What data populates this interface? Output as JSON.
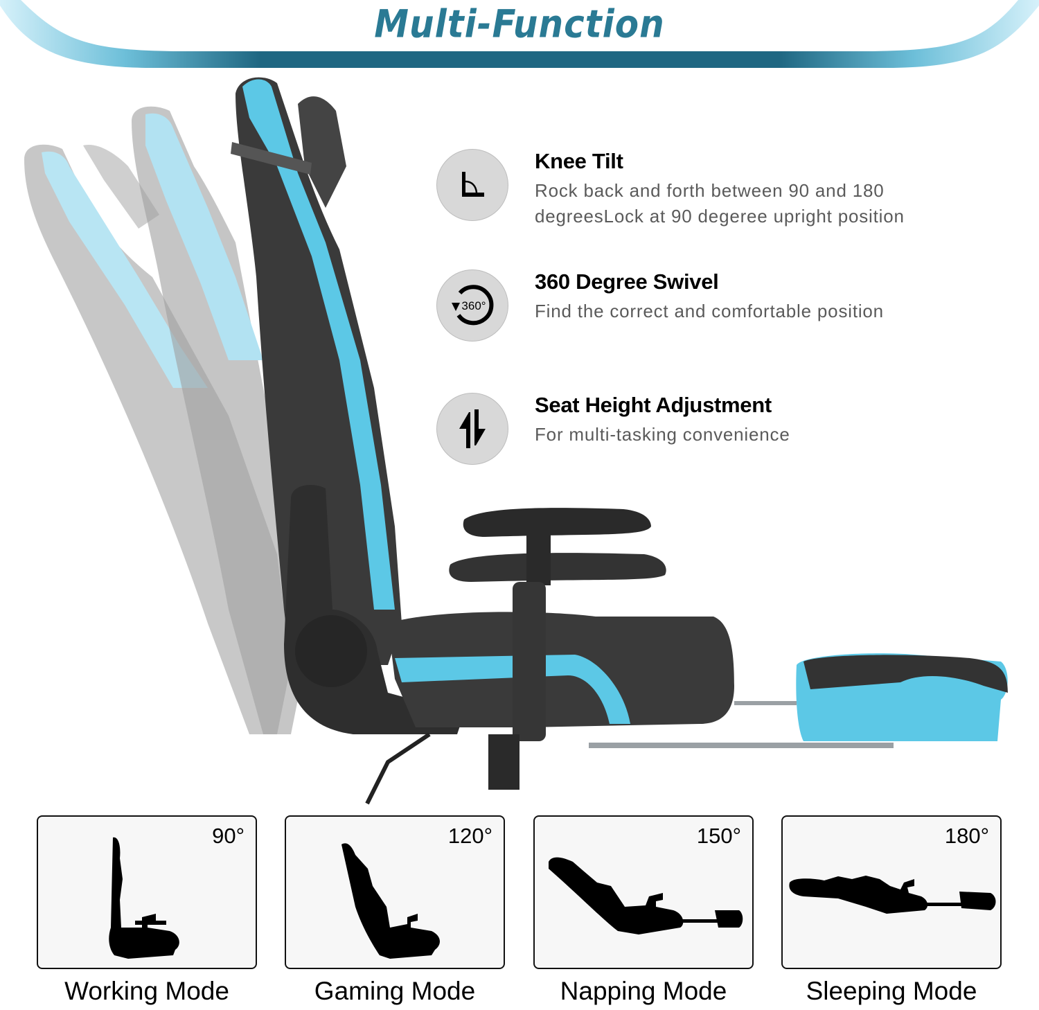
{
  "banner": {
    "title": "Multi-Function",
    "colors": {
      "title": "#2a7a94",
      "band_dark": "#1d6480",
      "band_light": "#8fd3ea"
    }
  },
  "product": {
    "image_description": "gaming chair with footrest, shown reclining in three positions",
    "colors": {
      "accent": "#5cc8e6",
      "body": "#3a3a3a",
      "ghost": "#b8b8b8"
    }
  },
  "features": [
    {
      "icon": "recline-angle-icon",
      "title": "Knee Tilt",
      "description": "Rock back and forth between 90 and 180 degreesLock at 90 degeree upright position"
    },
    {
      "icon": "rotate-360-icon",
      "icon_text": "360°",
      "title": "360 Degree Swivel",
      "description": "Find the correct and comfortable position"
    },
    {
      "icon": "up-down-arrows-icon",
      "title": "Seat Height Adjustment",
      "description": "For multi-tasking convenience"
    }
  ],
  "modes": [
    {
      "angle": "90°",
      "label": "Working Mode"
    },
    {
      "angle": "120°",
      "label": "Gaming Mode"
    },
    {
      "angle": "150°",
      "label": "Napping Mode"
    },
    {
      "angle": "180°",
      "label": "Sleeping Mode"
    }
  ]
}
